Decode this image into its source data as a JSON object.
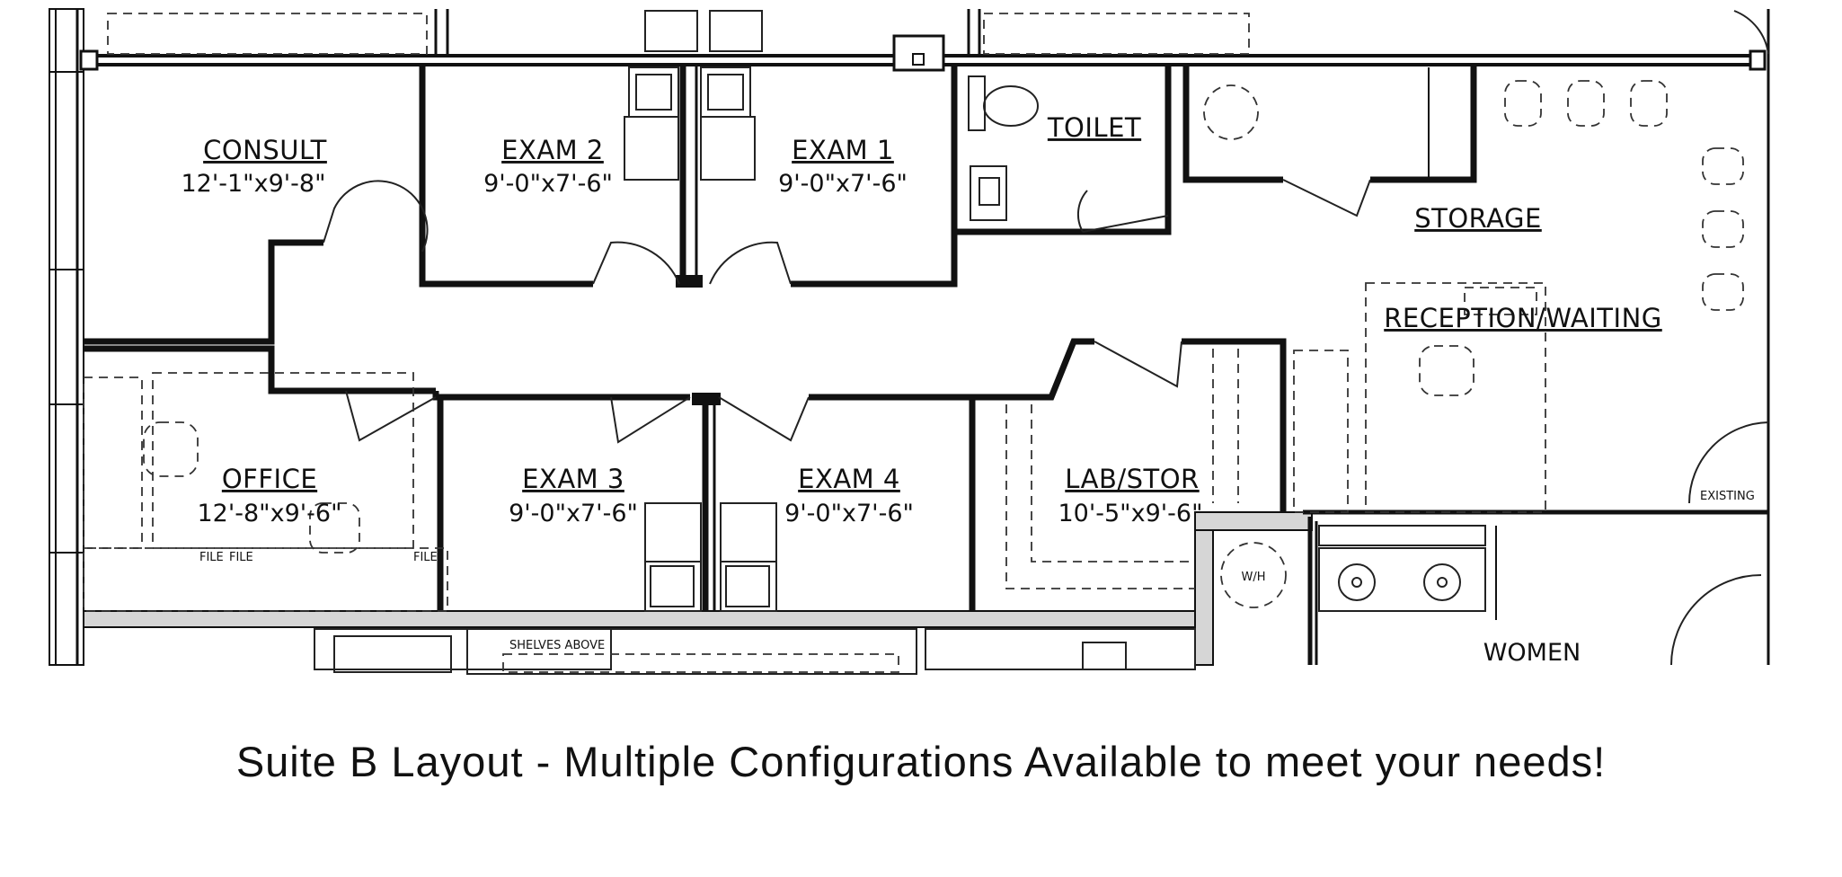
{
  "rooms": [
    {
      "name": "CONSULT",
      "dims": "12'-1\"x9'-8\""
    },
    {
      "name": "EXAM 2",
      "dims": "9'-0\"x7'-6\""
    },
    {
      "name": "EXAM 1",
      "dims": "9'-0\"x7'-6\""
    },
    {
      "name": "TOILET",
      "dims": ""
    },
    {
      "name": "STORAGE",
      "dims": ""
    },
    {
      "name": "RECEPTION/WAITING",
      "dims": ""
    },
    {
      "name": "OFFICE",
      "dims": "12'-8\"x9'-6\""
    },
    {
      "name": "EXAM 3",
      "dims": "9'-0\"x7'-6\""
    },
    {
      "name": "EXAM 4",
      "dims": "9'-0\"x7'-6\""
    },
    {
      "name": "LAB/STOR",
      "dims": "10'-5\"x9'-6\""
    },
    {
      "name": "WOMEN",
      "dims": ""
    }
  ],
  "labels": {
    "shelves_above": "SHELVES ABOVE",
    "existing": "EXISTING",
    "water_heater": "W/H",
    "file": "FILE"
  },
  "caption": "Suite B Layout - Multiple Configurations Available to meet your needs!"
}
